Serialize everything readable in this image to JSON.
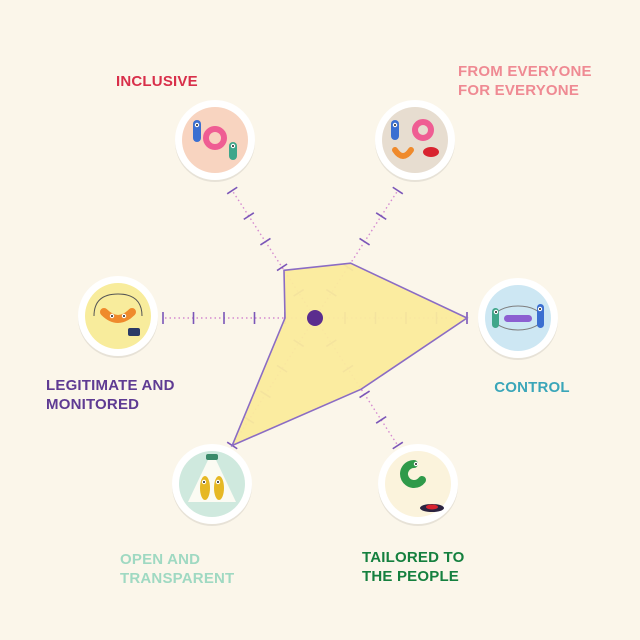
{
  "colors": {
    "background": "#fbf6ea",
    "polygon_fill": "#fbeb9c",
    "polygon_stroke": "#8b6cc4",
    "axis": "#d58ad0",
    "tick": "#7b56b8",
    "center": "#5b2d8e"
  },
  "axes": [
    {
      "key": "inclusive",
      "label": "INCLUSIVE",
      "color": "#d82f4a",
      "icon": "inclusive-characters-icon",
      "bubble": "#f8d4c0",
      "value": 0.22
    },
    {
      "key": "from_everyone",
      "label": "FROM EVERYONE\nFOR EVERYONE",
      "color": "#ef8a93",
      "icon": "donut-characters-icon",
      "bubble": "#e7ddd0",
      "value": 0.29
    },
    {
      "key": "control",
      "label": "CONTROL",
      "color": "#3aa6b9",
      "icon": "eye-character-icon",
      "bubble": "#cde7f3",
      "value": 1.0
    },
    {
      "key": "tailored",
      "label": "TAILORED TO\nTHE PEOPLE",
      "color": "#15803f",
      "icon": "snake-character-icon",
      "bubble": "#fbf3dc",
      "value": 0.45
    },
    {
      "key": "open",
      "label": "OPEN AND\nTRANSPARENT",
      "color": "#9fd9c2",
      "icon": "spotlight-characters-icon",
      "bubble": "#cfe9de",
      "value": 1.0
    },
    {
      "key": "legitimate",
      "label": "LEGITIMATE AND\nMONITORED",
      "color": "#5f3b93",
      "icon": "monitored-character-icon",
      "bubble": "#f8ec9c",
      "value": 0.0
    }
  ]
}
